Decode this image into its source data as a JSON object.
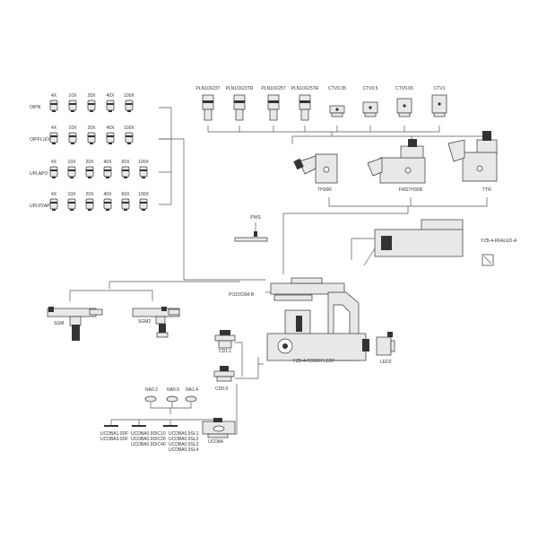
{
  "objective_rows": [
    {
      "name": "OIPN",
      "mags": [
        "4X",
        "10X",
        "20X",
        "40X",
        "100X"
      ]
    },
    {
      "name": "OIPFLUOR",
      "mags": [
        "4X",
        "10X",
        "20X",
        "40X",
        "100X"
      ]
    },
    {
      "name": "UPLAPO",
      "mags": [
        "4X",
        "10X",
        "20X",
        "40X",
        "60X",
        "100X"
      ]
    },
    {
      "name": "UPLP2APO",
      "mags": [
        "4X",
        "10X",
        "20X",
        "40X",
        "60X",
        "100X"
      ]
    }
  ],
  "eyepieces": [
    "PLN10X23T",
    "PLN10X23TR",
    "PLN10X25T",
    "PLN10X25TR"
  ],
  "camera_adapters": [
    "CTV0.35",
    "CTV0.5",
    "CTV0.65",
    "CTV1"
  ],
  "heads": [
    "TH30R",
    "FMSTH30R",
    "TTR"
  ],
  "labels": {
    "pws": "PWS",
    "lamphouse": "YZB-4-RFALED-A",
    "stage": "PI115C6M-B",
    "sgm": "SGM",
    "sgm2": "SGM2",
    "body": "YZB-4-R050RFLEDF",
    "led": "LED2",
    "cd1": "CD1.1",
    "cd09": "CD0.9",
    "na02": "NA0.2",
    "na09": "NA0.9",
    "na14": "NA1.4",
    "ucd_a1": "UCDBA1.0DF",
    "ucd_a2": "UCDBA3.0DF",
    "ucd_b1": "UCDBA0.9DIC10",
    "ucd_b2": "UCDBA0.9DIC20",
    "ucd_b3": "UCDBA0.9DIC40",
    "ucd_c1": "UCDBA0.9SL1",
    "ucd_c2": "UCDBA0.9SL2",
    "ucd_c3": "UCDBA0.9SL3",
    "ucd_c4": "UCDBA0.9SL4",
    "ucd8a": "UCD8A"
  }
}
